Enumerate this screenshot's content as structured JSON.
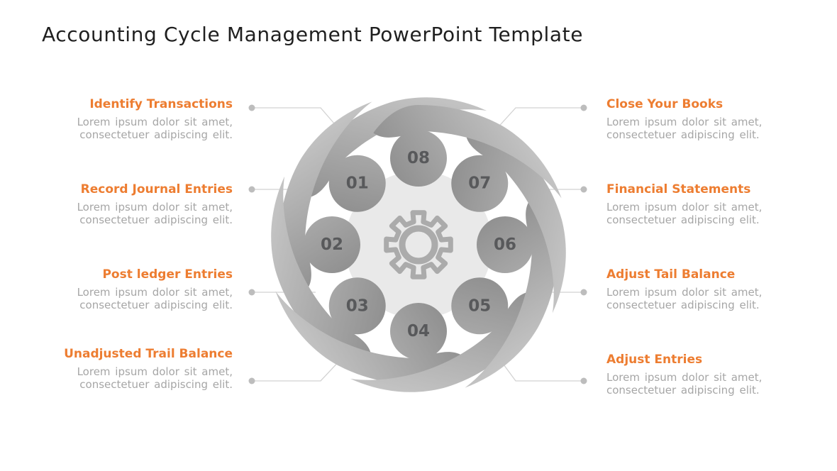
{
  "title": "Accounting Cycle Management PowerPoint Template",
  "diagram": {
    "type": "8-step swirl pinwheel cycle",
    "center_icon": "gear-icon",
    "steps": [
      {
        "number": "01",
        "label": "Identify Transactions",
        "description": "Lorem ipsum dolor sit amet, consectetuer adipiscing elit."
      },
      {
        "number": "02",
        "label": "Record Journal Entries",
        "description": "Lorem ipsum dolor sit amet, consectetuer adipiscing elit."
      },
      {
        "number": "03",
        "label": "Post ledger Entries",
        "description": "Lorem ipsum dolor sit amet, consectetuer adipiscing elit."
      },
      {
        "number": "04",
        "label": "Unadjusted Trail Balance",
        "description": "Lorem ipsum dolor sit amet, consectetuer adipiscing elit."
      },
      {
        "number": "05",
        "label": "Adjust Entries",
        "description": "Lorem ipsum dolor sit amet, consectetuer adipiscing elit."
      },
      {
        "number": "06",
        "label": "Adjust Tail Balance",
        "description": "Lorem ipsum dolor sit amet, consectetuer adipiscing elit."
      },
      {
        "number": "07",
        "label": "Financial Statements",
        "description": "Lorem ipsum dolor sit amet, consectetuer adipiscing elit."
      },
      {
        "number": "08",
        "label": "Close Your Books",
        "description": "Lorem ipsum dolor sit amet, consectetuer adipiscing elit."
      }
    ],
    "colors": {
      "heading": "#ED7D31",
      "body_text": "#A6A6A6",
      "step_number": "#58595B",
      "blade_dark": "#8C8C8C",
      "blade_light": "#C9C9C9",
      "center_circle": "#E9E9E9",
      "gear_outline": "#ABABAB",
      "connector": "#D2D2D2",
      "title_text": "#1F1F1F"
    }
  }
}
